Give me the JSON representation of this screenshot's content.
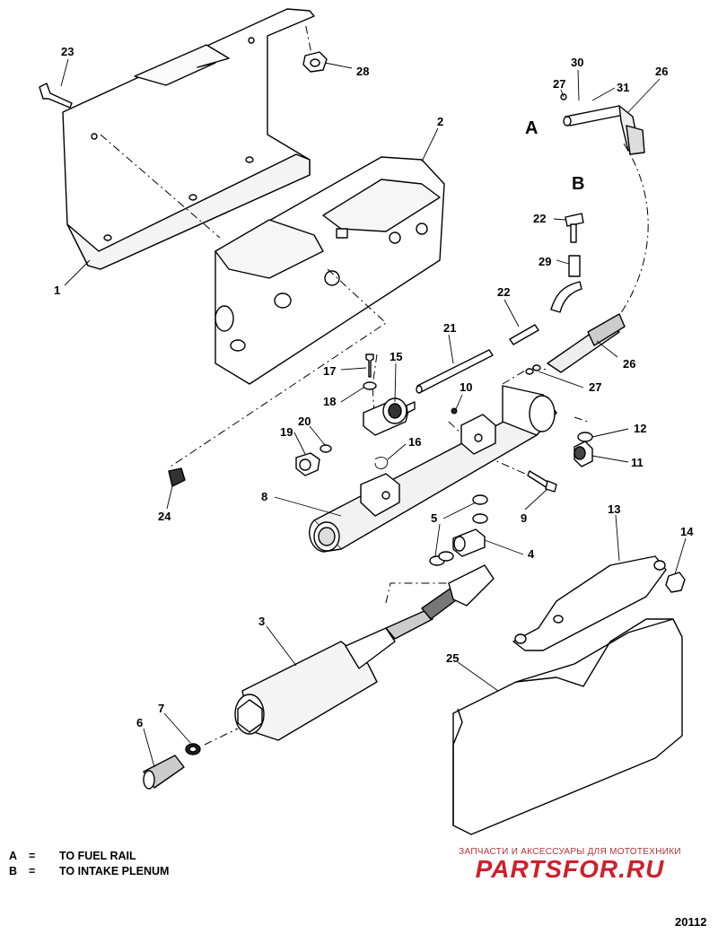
{
  "callouts": [
    "23",
    "28",
    "2",
    "27",
    "30",
    "31",
    "26",
    "1",
    "22",
    "29",
    "22",
    "21",
    "26",
    "27",
    "17",
    "15",
    "10",
    "18",
    "12",
    "20",
    "19",
    "16",
    "11",
    "24",
    "8",
    "9",
    "5",
    "4",
    "13",
    "14",
    "3",
    "25",
    "7",
    "6"
  ],
  "ref_letters": {
    "a": "A",
    "b": "B"
  },
  "legend": [
    {
      "key": "A",
      "eq": "=",
      "text": "TO FUEL RAIL"
    },
    {
      "key": "B",
      "eq": "=",
      "text": "TO INTAKE PLENUM"
    }
  ],
  "watermark": {
    "line1": "ЗАПЧАСТИ И АКСЕССУАРЫ ДЛЯ МОТОТЕХНИКИ",
    "brand": "PARTSFOR.RU"
  },
  "figure_number": "20112"
}
